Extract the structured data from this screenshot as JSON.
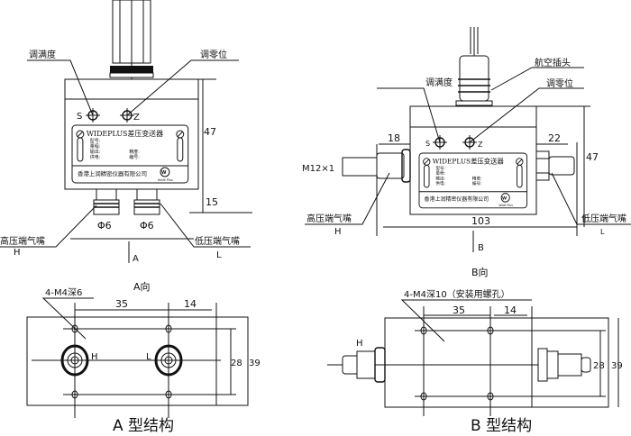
{
  "view_a": {
    "label_span": "调满度",
    "label_zero": "调零位",
    "knob_s": "S",
    "knob_z": "Z",
    "dim_height": "47",
    "dim_fitting": "15",
    "fitting_h_dia": "Φ6",
    "fitting_l_dia": "Φ6",
    "label_high": "高压端气嘴",
    "label_high_code": "H",
    "label_low": "低压端气嘴",
    "label_low_code": "L",
    "arrow": "A"
  },
  "view_b": {
    "label_span": "调满度",
    "label_zero": "调零位",
    "label_connector": "航空插头",
    "knob_s": "S",
    "knob_z": "Z",
    "dim_left": "18",
    "dim_right": "22",
    "dim_height": "47",
    "dim_width": "103",
    "thread": "M12×1",
    "label_high": "高压端气嘴",
    "label_high_code": "H",
    "label_low": "低压端气嘴",
    "label_low_code": "L",
    "arrow": "B",
    "caption": "B向"
  },
  "nameplate": {
    "title": "WIDEPLUS差压变送器",
    "model": "型号:",
    "range": "量程:",
    "output": "输出:",
    "accuracy": "精度:",
    "power": "供电:",
    "serial": "编号:",
    "company": "香港上润精密仪器有限公司",
    "logo": "Wide Plus"
  },
  "type_a": {
    "caption_view": "A向",
    "holes": "4-M4深6",
    "dim_35": "35",
    "dim_14": "14",
    "dim_28": "28",
    "dim_39": "39",
    "port_h": "H",
    "port_l": "L",
    "title": "A 型结构"
  },
  "type_b": {
    "holes": "4-M4深10（安装用螺孔）",
    "dim_35": "35",
    "dim_14": "14",
    "dim_28": "28",
    "dim_39": "39",
    "port_h": "H",
    "title": "B 型结构"
  }
}
